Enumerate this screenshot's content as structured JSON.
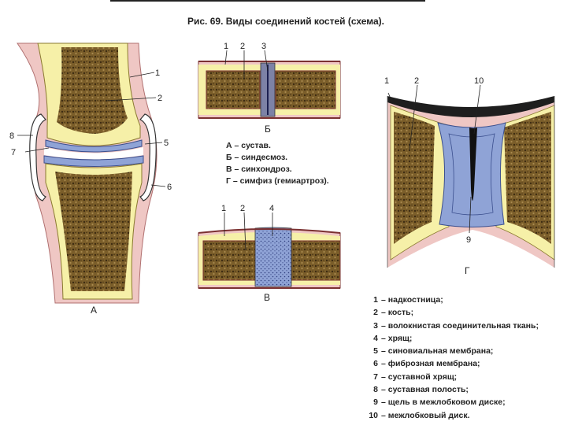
{
  "caption": "Рис. 69. Виды соединений костей (схема).",
  "panels": {
    "A": "А",
    "B": "Б",
    "V": "В",
    "G": "Г"
  },
  "callouts": {
    "A": [
      "1",
      "2",
      "5",
      "6",
      "7",
      "8"
    ],
    "B": [
      "1",
      "2",
      "3"
    ],
    "V": [
      "1",
      "2",
      "4"
    ],
    "G": [
      "1",
      "2",
      "10",
      "9"
    ]
  },
  "legend_types": [
    "А – сустав.",
    "Б – синдесмоз.",
    "В – синхондроз.",
    "Г – симфиз (гемиартроз)."
  ],
  "legend_parts": [
    {
      "num": "1",
      "text": "– надкостница;"
    },
    {
      "num": "2",
      "text": "– кость;"
    },
    {
      "num": "3",
      "text": "– волокнистая соединительная ткань;"
    },
    {
      "num": "4",
      "text": "– хрящ;"
    },
    {
      "num": "5",
      "text": "– синовиальная мембрана;"
    },
    {
      "num": "6",
      "text": "– фиброзная мембрана;"
    },
    {
      "num": "7",
      "text": "– суставной хрящ;"
    },
    {
      "num": "8",
      "text": "– суставная полость;"
    },
    {
      "num": "9",
      "text": "– щель в межлобковом диске;"
    },
    {
      "num": "10",
      "text": "– межлобковый диск."
    }
  ],
  "colors": {
    "bone": "#7b5e2a",
    "bone_dot": "#3e2c12",
    "periosteum": "#f6f0a8",
    "pink": "#efc7c4",
    "cartilage": "#8fa3d6",
    "cartilage_dark": "#3b4f8e",
    "fibrous": "#7d82a6"
  }
}
